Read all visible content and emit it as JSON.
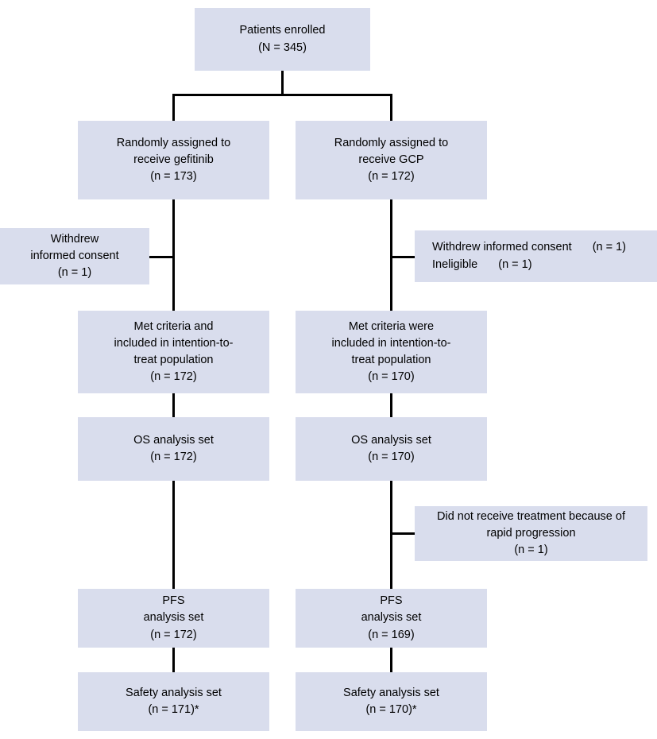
{
  "diagram": {
    "type": "consort-flow-diagram",
    "colors": {
      "box_fill": "#d9dded",
      "connector": "#000000",
      "text": "#000000",
      "background": "#ffffff"
    },
    "enrolled": {
      "line1": "Patients enrolled",
      "line2": "(N = 345)"
    },
    "arms": {
      "gefitinib": {
        "assigned": {
          "line1": "Randomly assigned to",
          "line2": "receive gefitinib",
          "line3": "(n = 173)"
        },
        "exclusions": [
          {
            "label": "Withdrew",
            "count": ""
          },
          {
            "label": "informed consent",
            "count": ""
          },
          {
            "label": "(n = 1)",
            "count": ""
          }
        ],
        "itt": {
          "line1": "Met criteria and",
          "line2": "included in intention-to-",
          "line3": "treat population",
          "line4": "(n = 172)"
        },
        "os": {
          "line1": "OS analysis set",
          "line2": "(n = 172)"
        },
        "pfs": {
          "line1": "PFS",
          "line2": "analysis set",
          "line3": "(n = 172)"
        },
        "safety": {
          "line1": "Safety analysis set",
          "line2": "(n = 171)*"
        }
      },
      "gcp": {
        "assigned": {
          "line1": "Randomly assigned to",
          "line2": "receive GCP",
          "line3": "(n = 172)"
        },
        "exclusions": [
          {
            "label": "Withdrew informed consent",
            "count": "(n = 1)"
          },
          {
            "label": "Ineligible",
            "count": "(n = 1)"
          }
        ],
        "itt": {
          "line1": "Met criteria were",
          "line2": "included in intention-to-",
          "line3": "treat population",
          "line4": "(n = 170)"
        },
        "os": {
          "line1": "OS analysis set",
          "line2": "(n = 170)"
        },
        "not_treated": {
          "line1": "Did not receive treatment because of",
          "line2": "rapid progression",
          "line3": "(n = 1)"
        },
        "pfs": {
          "line1": "PFS",
          "line2": "analysis set",
          "line3": "(n = 169)"
        },
        "safety": {
          "line1": "Safety analysis set",
          "line2": "(n = 170)*"
        }
      }
    }
  }
}
